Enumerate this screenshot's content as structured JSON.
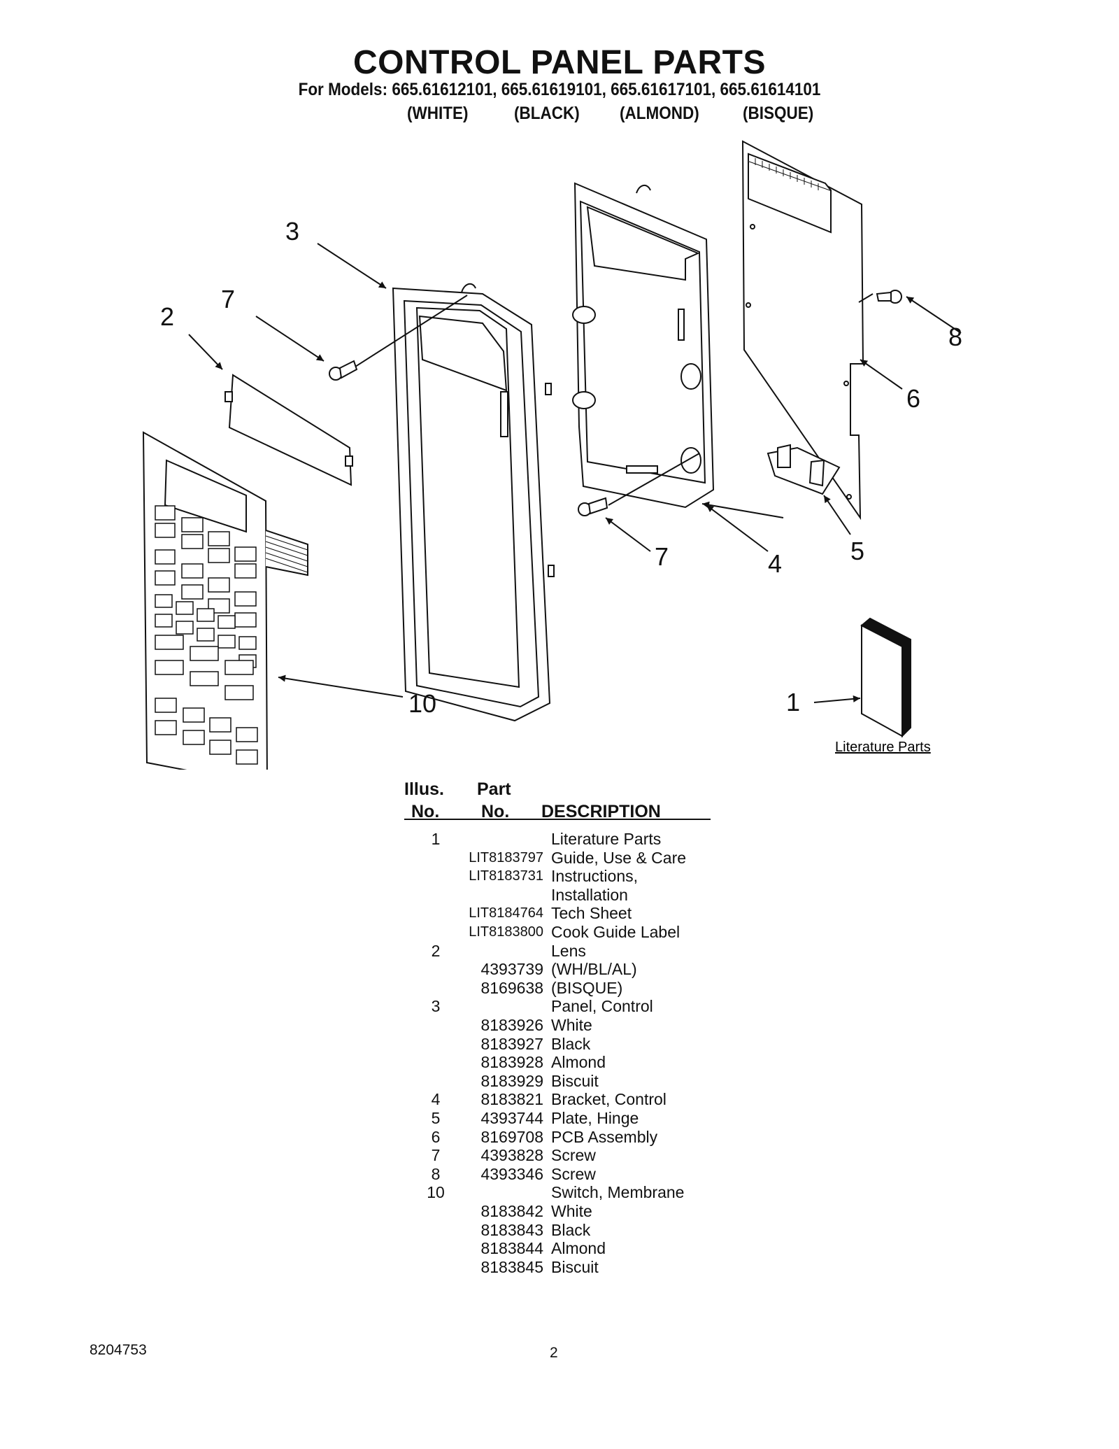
{
  "header": {
    "title": "CONTROL PANEL PARTS",
    "models_line": "For Models: 665.61612101, 665.61619101, 665.61617101, 665.61614101",
    "colors": [
      "(WHITE)",
      "(BLACK)",
      "(ALMOND)",
      "(BISQUE)"
    ]
  },
  "diagram": {
    "callouts": {
      "c3": "3",
      "c7a": "7",
      "c2": "2",
      "c7b": "7",
      "c4": "4",
      "c5": "5",
      "c8": "8",
      "c6": "6",
      "c10": "10",
      "c1": "1"
    },
    "literature_label": "Literature Parts"
  },
  "table": {
    "headers": {
      "illus_top": "Illus.",
      "illus_bottom": "No.",
      "part_top": "Part",
      "part_bottom": "No.",
      "description": "DESCRIPTION"
    },
    "rows": [
      {
        "illus": "1",
        "part": "",
        "desc": "Literature Parts"
      },
      {
        "illus": "",
        "part": "LIT8183797",
        "desc": "Guide, Use & Care"
      },
      {
        "illus": "",
        "part": "LIT8183731",
        "desc": "Instructions,"
      },
      {
        "illus": "",
        "part": "",
        "desc": "Installation"
      },
      {
        "illus": "",
        "part": "LIT8184764",
        "desc": "Tech Sheet"
      },
      {
        "illus": "",
        "part": "LIT8183800",
        "desc": "Cook Guide Label"
      },
      {
        "illus": "2",
        "part": "",
        "desc": "Lens"
      },
      {
        "illus": "",
        "part": "4393739",
        "desc": "(WH/BL/AL)"
      },
      {
        "illus": "",
        "part": "8169638",
        "desc": "(BISQUE)"
      },
      {
        "illus": "3",
        "part": "",
        "desc": "Panel, Control"
      },
      {
        "illus": "",
        "part": "8183926",
        "desc": "White"
      },
      {
        "illus": "",
        "part": "8183927",
        "desc": "Black"
      },
      {
        "illus": "",
        "part": "8183928",
        "desc": "Almond"
      },
      {
        "illus": "",
        "part": "8183929",
        "desc": "Biscuit"
      },
      {
        "illus": "4",
        "part": "8183821",
        "desc": "Bracket, Control"
      },
      {
        "illus": "5",
        "part": "4393744",
        "desc": "Plate, Hinge"
      },
      {
        "illus": "6",
        "part": "8169708",
        "desc": "PCB Assembly"
      },
      {
        "illus": "7",
        "part": "4393828",
        "desc": "Screw"
      },
      {
        "illus": "8",
        "part": "4393346",
        "desc": "Screw"
      },
      {
        "illus": "10",
        "part": "",
        "desc": "Switch, Membrane"
      },
      {
        "illus": "",
        "part": "8183842",
        "desc": "White"
      },
      {
        "illus": "",
        "part": "8183843",
        "desc": "Black"
      },
      {
        "illus": "",
        "part": "8183844",
        "desc": "Almond"
      },
      {
        "illus": "",
        "part": "8183845",
        "desc": "Biscuit"
      }
    ]
  },
  "footer": {
    "doc_number": "8204753",
    "page_number": "2"
  }
}
